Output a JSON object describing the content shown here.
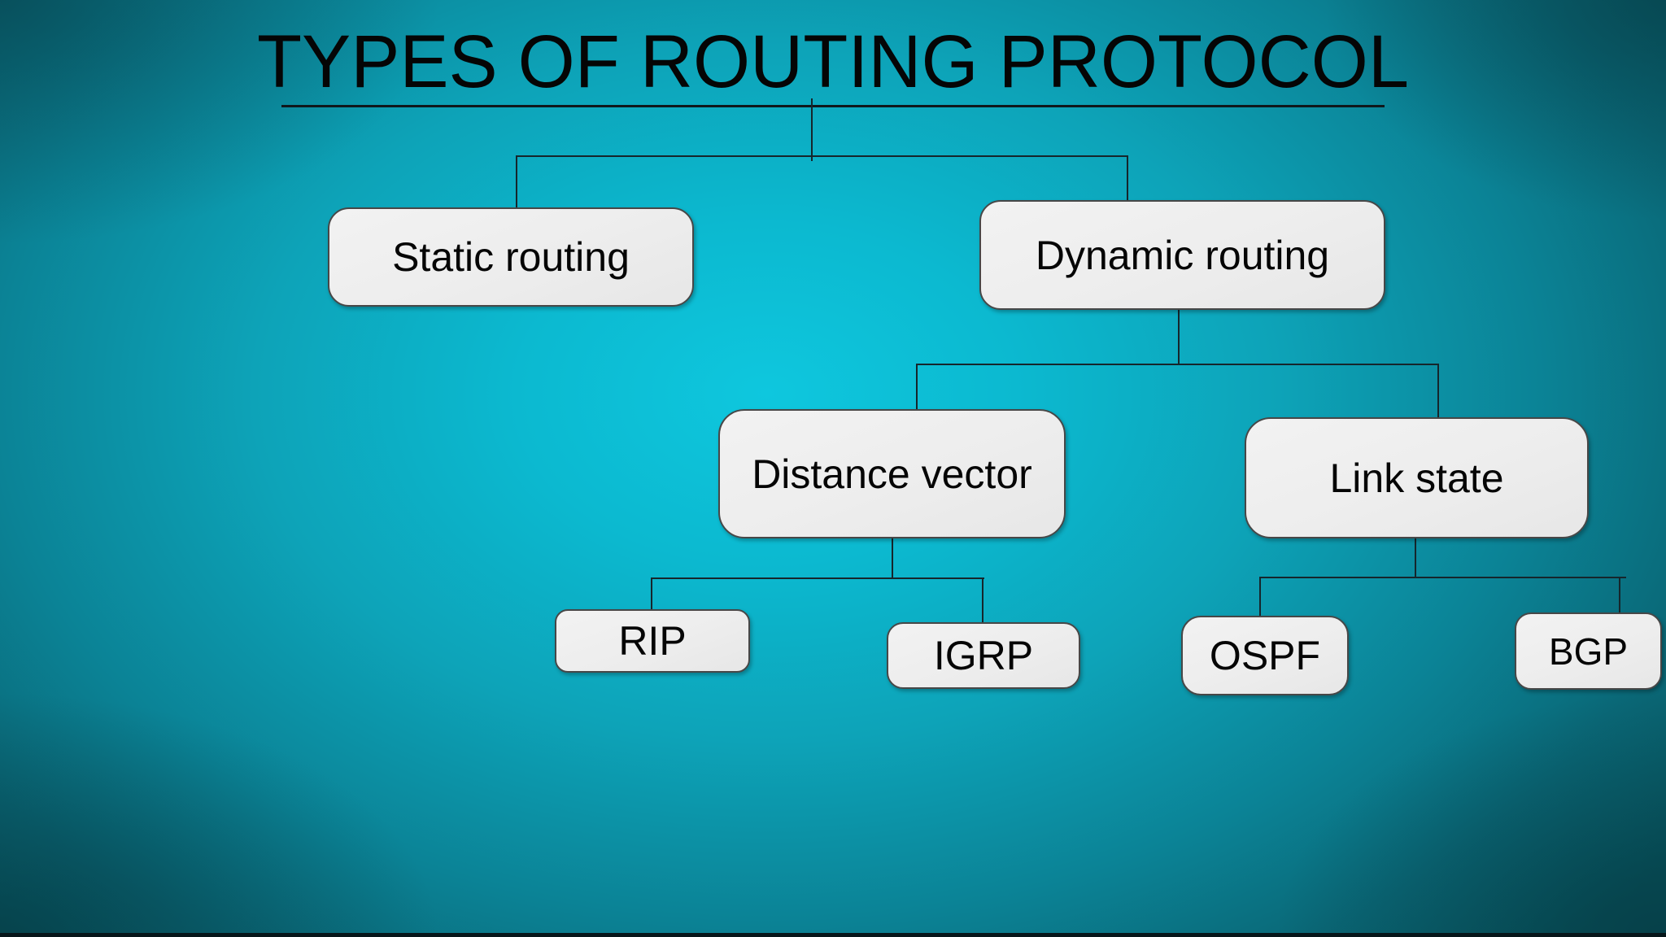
{
  "title": "TYPES OF ROUTING PROTOCOL",
  "colors": {
    "background_center": "#0ec7de",
    "background_edge": "#085862",
    "box_fill": "#efefef",
    "box_border": "#474747",
    "connector_line": "#16262c",
    "text": "#000000"
  },
  "nodes": {
    "static": {
      "label": "Static routing"
    },
    "dynamic": {
      "label": "Dynamic routing"
    },
    "distance_vector": {
      "label": "Distance vector"
    },
    "link_state": {
      "label": "Link state"
    },
    "rip": {
      "label": "RIP"
    },
    "igrp": {
      "label": "IGRP"
    },
    "ospf": {
      "label": "OSPF"
    },
    "bgp": {
      "label": "BGP"
    }
  },
  "hierarchy": {
    "root": "TYPES OF ROUTING PROTOCOL",
    "children": [
      {
        "node": "Static routing",
        "children": []
      },
      {
        "node": "Dynamic routing",
        "children": [
          {
            "node": "Distance vector",
            "children": [
              "RIP",
              "IGRP"
            ]
          },
          {
            "node": "Link state",
            "children": [
              "OSPF",
              "BGP"
            ]
          }
        ]
      }
    ]
  }
}
